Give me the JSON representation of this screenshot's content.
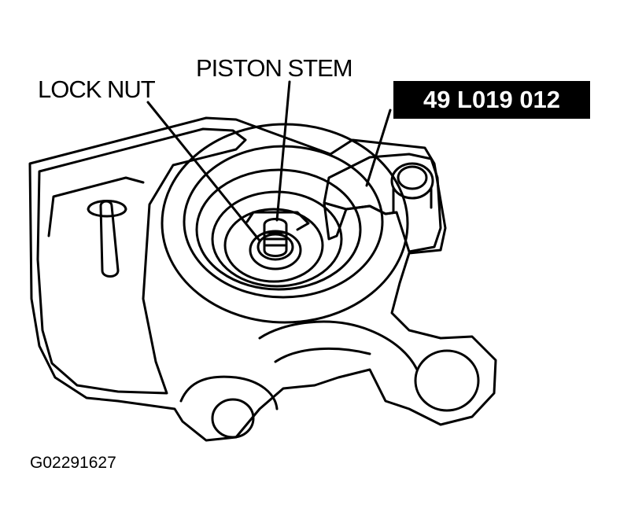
{
  "labels": {
    "lock_nut": "LOCK NUT",
    "piston_stem": "PISTON STEM",
    "tool_number": "49 L019 012"
  },
  "figure_code": "G02291627",
  "colors": {
    "ink": "#000000",
    "paper": "#ffffff",
    "badge_background": "#000000",
    "badge_text": "#ffffff"
  }
}
